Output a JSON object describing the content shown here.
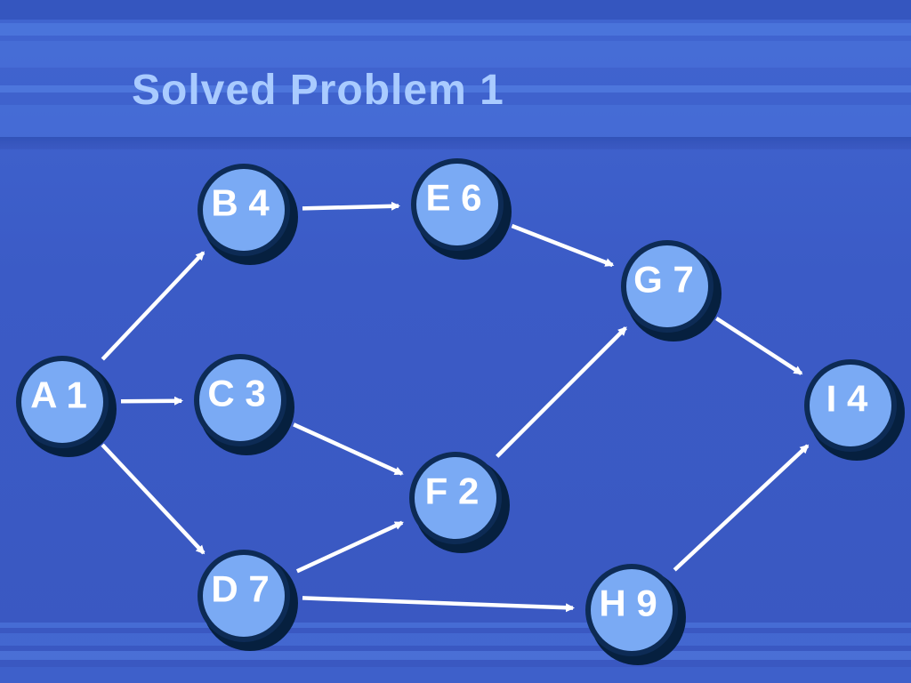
{
  "slide": {
    "title": "Solved Problem 1"
  },
  "network": {
    "nodes": [
      {
        "id": "A",
        "label": "A 1"
      },
      {
        "id": "B",
        "label": "B 4"
      },
      {
        "id": "C",
        "label": "C 3"
      },
      {
        "id": "D",
        "label": "D 7"
      },
      {
        "id": "E",
        "label": "E 6"
      },
      {
        "id": "F",
        "label": "F 2"
      },
      {
        "id": "G",
        "label": "G 7"
      },
      {
        "id": "H",
        "label": "H 9"
      },
      {
        "id": "I",
        "label": "I 4"
      }
    ],
    "edges": [
      {
        "from": "A",
        "to": "B"
      },
      {
        "from": "A",
        "to": "C"
      },
      {
        "from": "A",
        "to": "D"
      },
      {
        "from": "B",
        "to": "E"
      },
      {
        "from": "C",
        "to": "F"
      },
      {
        "from": "D",
        "to": "F"
      },
      {
        "from": "D",
        "to": "H"
      },
      {
        "from": "E",
        "to": "G"
      },
      {
        "from": "F",
        "to": "G"
      },
      {
        "from": "G",
        "to": "I"
      },
      {
        "from": "H",
        "to": "I"
      }
    ]
  },
  "colors": {
    "background": "#3b5bc6",
    "title": "#a9cbff",
    "node_fill": "#7aaaf4",
    "node_ring": "#0d2b55",
    "node_shadow": "#06203f",
    "arrow": "#ffffff",
    "label": "#ffffff"
  }
}
